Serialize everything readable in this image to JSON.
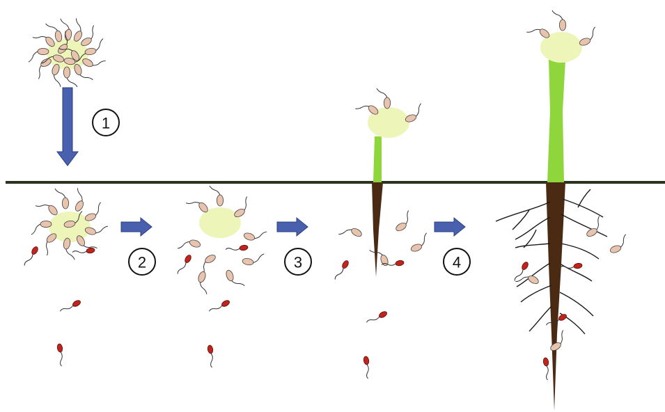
{
  "steps": [
    {
      "label": "1"
    },
    {
      "label": "2"
    },
    {
      "label": "3"
    },
    {
      "label": "4"
    }
  ],
  "colors": {
    "seed": "#eef5b8",
    "beneficial_bacteria": "#e8c3ae",
    "pathogen_bacteria": "#c0241c",
    "flagellum": "#333333",
    "arrow": "#4860ad",
    "arrow_edge": "#2c3f80",
    "shoot": "#8fd63c",
    "root": "#4a2a12",
    "soil_line": "#2a3320"
  },
  "icons": {
    "arrow": "block-arrow-icon",
    "beneficial": "beneficial-bacterium-icon",
    "pathogen": "pathogen-bacterium-icon"
  }
}
